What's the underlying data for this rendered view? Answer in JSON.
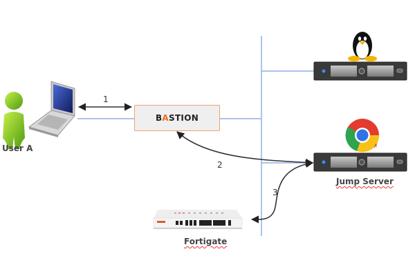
{
  "diagram": {
    "nodes": {
      "user": {
        "label": "User A",
        "icon": "user-icon"
      },
      "laptop": {
        "icon": "laptop-icon"
      },
      "bastion": {
        "label_prefix": "B",
        "label_accent": "A",
        "label_suffix": "STION",
        "accent_color": "#f06a1a"
      },
      "linux_server": {
        "icon": "linux-penguin-icon"
      },
      "jump_server": {
        "label": "Jump Server",
        "icon": "chrome-icon"
      },
      "fortigate": {
        "label": "Fortigate",
        "icon": "firewall-appliance-icon"
      }
    },
    "connections": [
      {
        "id": "1",
        "label": "1",
        "from": "laptop",
        "to": "bastion",
        "style": "double-arrow"
      },
      {
        "id": "2",
        "label": "2",
        "from": "jump_server",
        "to": "bastion",
        "style": "curved-arrow"
      },
      {
        "id": "3",
        "label": "3",
        "from": "jump_server",
        "to": "fortigate",
        "style": "curved-arrow"
      }
    ],
    "colors": {
      "network_line": "#8fb0e8",
      "arrow": "#333333",
      "bastion_border": "#f0a070",
      "bastion_fill": "#efefef"
    }
  }
}
